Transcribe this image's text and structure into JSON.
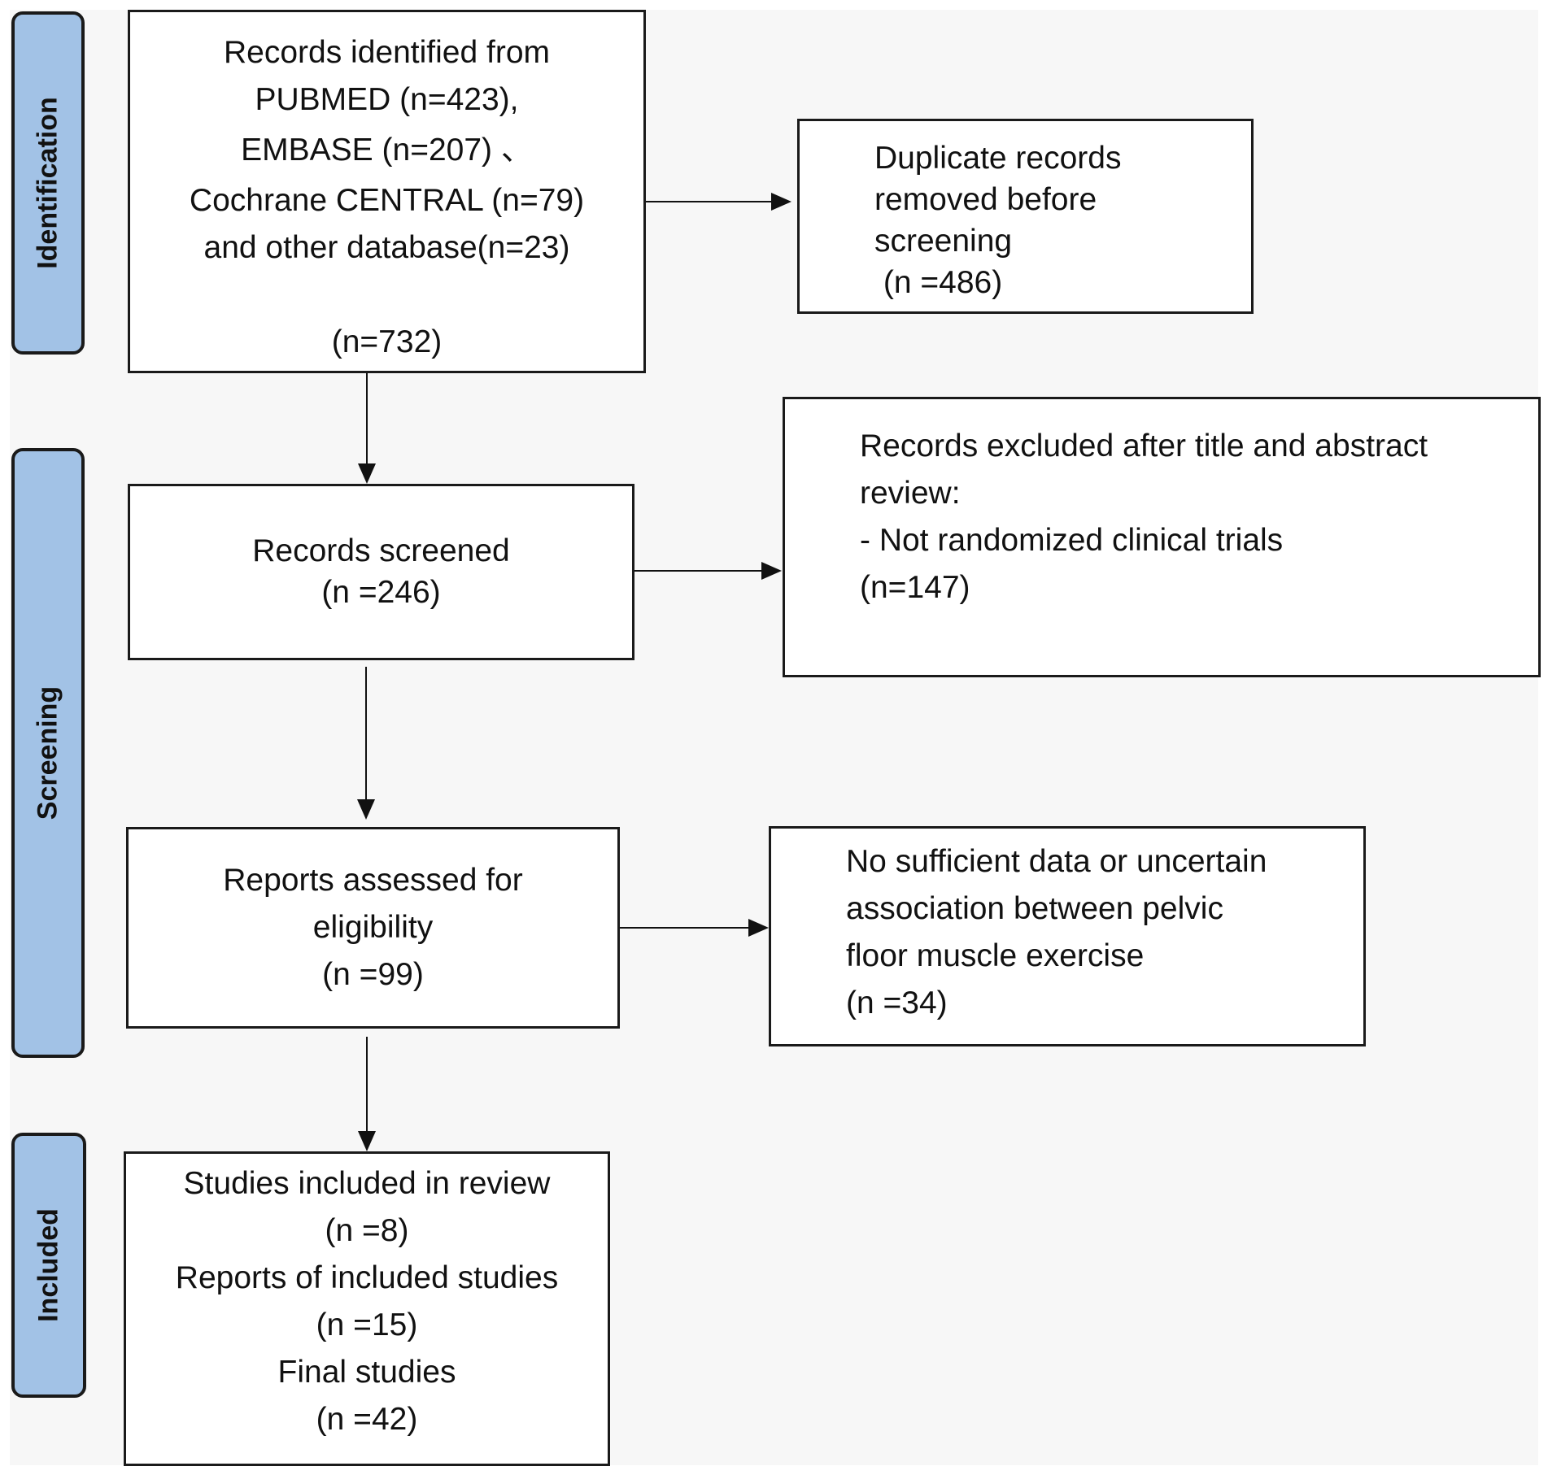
{
  "stages": {
    "identification": "Identification",
    "screening": "Screening",
    "included": "Included"
  },
  "boxes": {
    "identified": {
      "lines": [
        "Records identified from",
        "PUBMED (n=423),",
        "EMBASE (n=207) 、",
        "Cochrane CENTRAL (n=79)",
        "and other database(n=23)"
      ],
      "total": "(n=732)"
    },
    "duplicates": {
      "lines": [
        "Duplicate records",
        "removed before",
        "screening",
        " (n =486)"
      ]
    },
    "screened": {
      "lines": [
        "Records screened",
        "(n =246)"
      ]
    },
    "excluded": {
      "lines": [
        "Records excluded after title and abstract",
        "review:",
        "- Not randomized clinical trials",
        "(n=147)"
      ]
    },
    "assessed": {
      "lines": [
        "Reports assessed for",
        "eligibility",
        "(n =99)"
      ]
    },
    "insufficient": {
      "lines": [
        "No sufficient data or uncertain",
        "association between pelvic",
        "floor muscle exercise",
        "(n =34)"
      ]
    },
    "included": {
      "lines": [
        "Studies included in review",
        "(n =8)",
        "Reports of included studies",
        "(n =15)",
        "Final studies",
        "(n =42)"
      ]
    }
  }
}
